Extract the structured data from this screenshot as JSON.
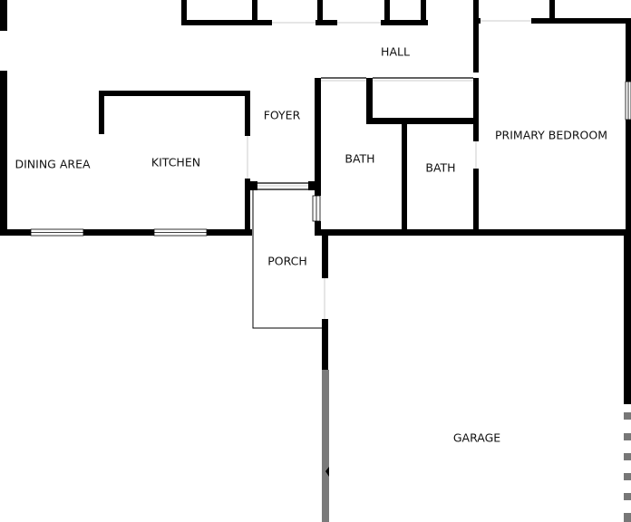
{
  "floorplan": {
    "rooms": {
      "hall": "HALL",
      "foyer": "FOYER",
      "dining_area": "DINING AREA",
      "kitchen": "KITCHEN",
      "bath_1": "BATH",
      "bath_2": "BATH",
      "primary_bedroom": "PRIMARY BEDROOM",
      "porch": "PORCH",
      "garage": "GARAGE"
    },
    "colors": {
      "wall": "#000000",
      "background": "#ffffff",
      "garage_door": "#7a7a7a"
    }
  }
}
